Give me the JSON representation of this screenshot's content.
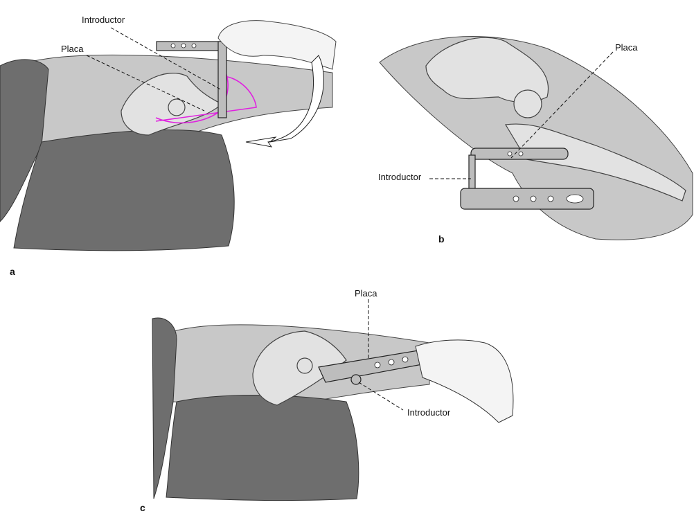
{
  "figure": {
    "panel_a": {
      "letter": "a",
      "labels": {
        "introductor": "Introductor",
        "placa": "Placa"
      }
    },
    "panel_b": {
      "letter": "b",
      "labels": {
        "introductor": "Introductor",
        "placa": "Placa"
      }
    },
    "panel_c": {
      "letter": "c",
      "labels": {
        "introductor": "Introductor",
        "placa": "Placa"
      }
    },
    "colors": {
      "guide_lines": "#e020e0",
      "drape": "#6e6e6e",
      "skin": "#c8c8c8"
    }
  }
}
